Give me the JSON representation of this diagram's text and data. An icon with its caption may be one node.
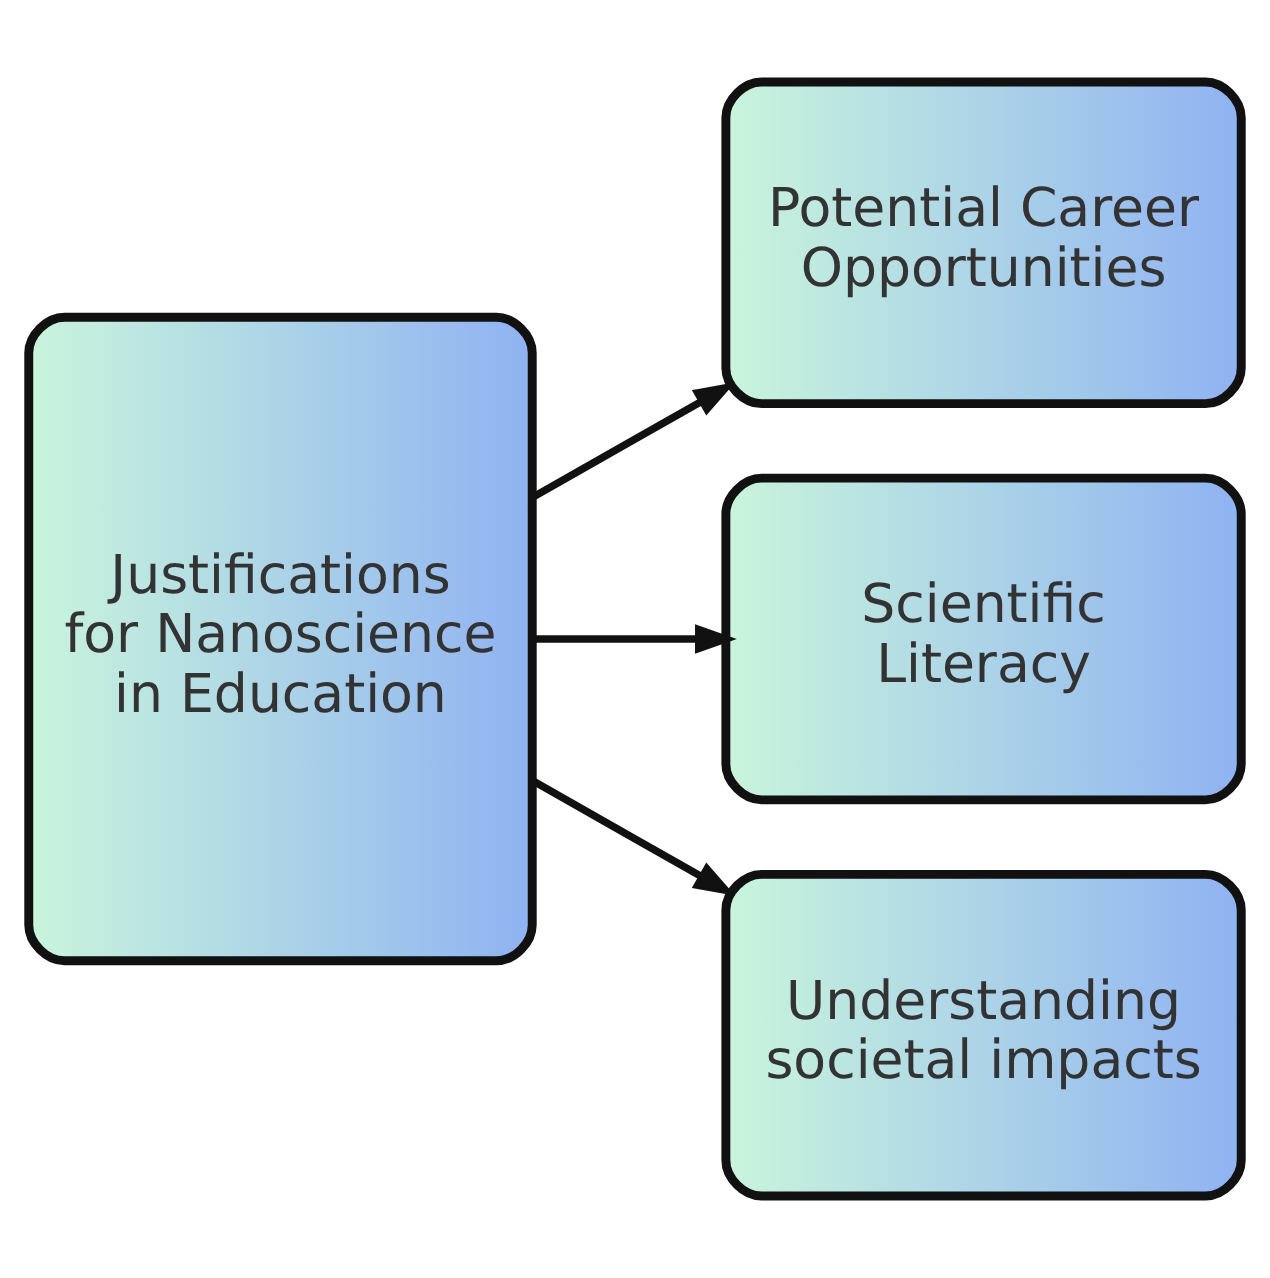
{
  "diagram": {
    "nodes": [
      {
        "text": [
          "Justifications for Nanoscience in Education"
        ]
      },
      {
        "text": [
          "Potential Career Opportunities"
        ]
      },
      {
        "text": [
          "Scientific Literacy"
        ]
      },
      {
        "text": [
          "Understanding societal impacts"
        ]
      }
    ],
    "edges": [
      {
        "from": 0,
        "to": 1,
        "arrow": "to"
      },
      {
        "from": 0,
        "to": 2,
        "arrow": "to"
      },
      {
        "from": 0,
        "to": 3,
        "arrow": "to"
      }
    ]
  }
}
